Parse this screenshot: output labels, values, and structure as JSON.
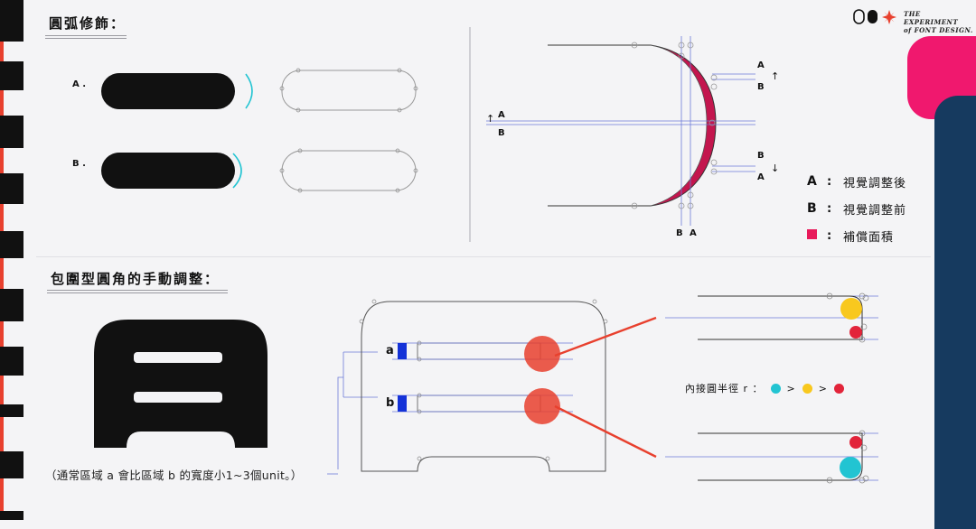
{
  "brand": {
    "line1": "THE EXPERIMENT",
    "line2": "of FONT DESIGN."
  },
  "section1": {
    "title": "圓弧修飾："
  },
  "section2": {
    "title": "包圍型圓角的手動調整：",
    "note": "（通常區域 a 會比區域 b 的寬度小1~3個unit。）"
  },
  "left_labels": {
    "a": "A .",
    "b": "B ."
  },
  "curve_labels": {
    "left_a": "A",
    "left_b": "B",
    "top_a": "A",
    "top_b": "B",
    "bottom_b": "B",
    "bottom_a": "A",
    "bottom_x_b": "B",
    "bottom_x_a": "A"
  },
  "legend": [
    {
      "key": "A",
      "text": "視覺調整後"
    },
    {
      "key": "B",
      "text": "視覺調整前"
    },
    {
      "key": "",
      "text": "補償面積",
      "swatch": "#e8195a"
    }
  ],
  "zone_labels": {
    "a": "a",
    "b": "b"
  },
  "radius": {
    "label": "內接圓半徑 r ：",
    "order": [
      ">",
      ">"
    ],
    "colors": [
      "#22c4d2",
      "#f8c81e",
      "#e2243a"
    ]
  },
  "colors": {
    "accent_red": "#e8402e",
    "magenta": "#f0186e",
    "navy": "#163a5f",
    "cyan": "#22c4d2",
    "yellow": "#f8c81e",
    "red_dot": "#e2243a",
    "blue": "#1432d8",
    "guide": "#5f6fd0"
  }
}
